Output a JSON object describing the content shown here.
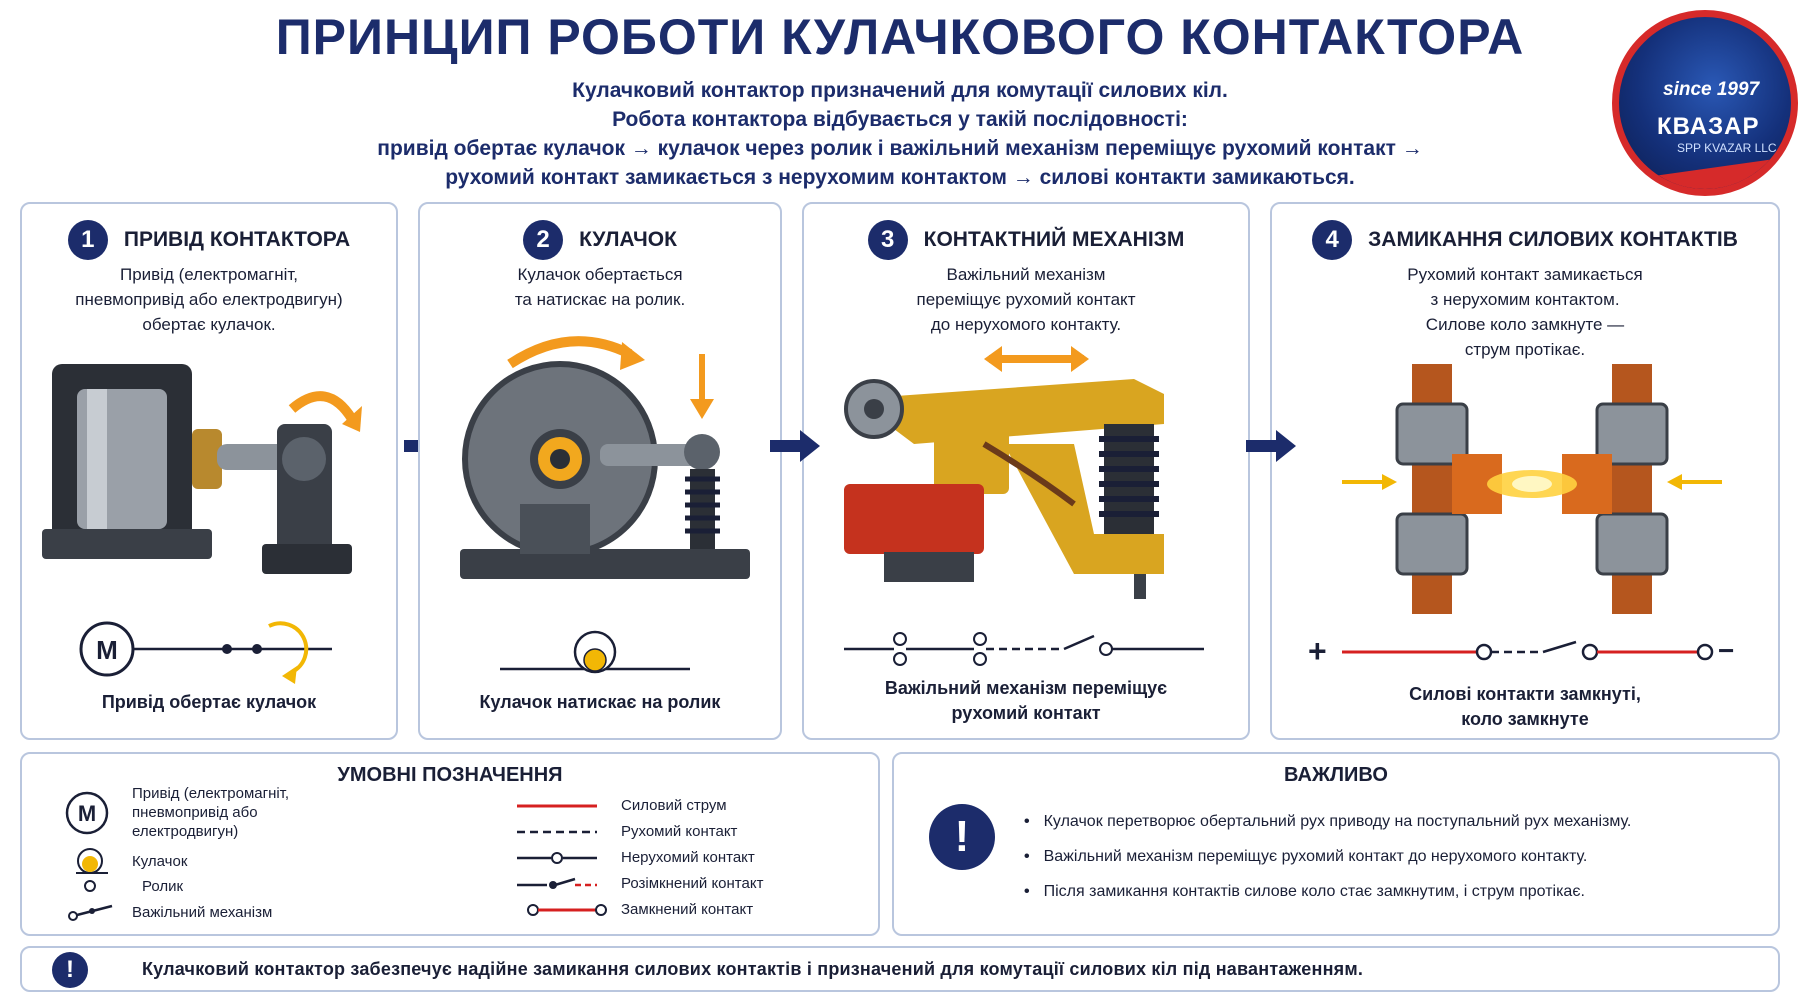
{
  "title": "ПРИНЦИП РОБОТИ КУЛАЧКОВОГО КОНТАКТОРА",
  "intro": [
    "Кулачковий контактор призначений для комутації силових кіл.",
    "Робота контактора відбувається у такій послідовності:",
    "привід обертає кулачок → кулачок через ролик і важільний механізм переміщує рухомий контакт →",
    "рухомий контакт замикається з нерухомим контактом → силові контакти замикаються."
  ],
  "logo": {
    "since": "since 1997",
    "brand": "КВАЗАР",
    "sub": "SPP KVAZAR LLC"
  },
  "steps": [
    {
      "num": "1",
      "title": "ПРИВІД КОНТАКТОРА",
      "desc": [
        "Привід (електромагніт,",
        "пневмопривід або електродвигун)",
        "обертає кулачок."
      ],
      "symbol_label": "M",
      "caption": [
        "Привід обертає кулачок"
      ]
    },
    {
      "num": "2",
      "title": "КУЛАЧОК",
      "desc": [
        "Кулачок обертається",
        "та натискає на ролик."
      ],
      "caption": [
        "Кулачок натискає на ролик"
      ]
    },
    {
      "num": "3",
      "title": "КОНТАКТНИЙ МЕХАНІЗМ",
      "desc": [
        "Важільний механізм",
        "переміщує рухомий контакт",
        "до нерухомого контакту."
      ],
      "caption": [
        "Важільний механізм переміщує",
        "рухомий контакт"
      ]
    },
    {
      "num": "4",
      "title": "ЗАМИКАННЯ СИЛОВИХ КОНТАКТІВ",
      "desc": [
        "Рухомий контакт замикається",
        "з нерухомим контактом.",
        "Силове коло замкнуте —",
        "струм протікає."
      ],
      "plus": "+",
      "minus": "−",
      "caption": [
        "Силові контакти замкнуті,",
        "коло замкнуте"
      ]
    }
  ],
  "legend": {
    "title": "УМОВНІ ПОЗНАЧЕННЯ",
    "motor_symbol": "M",
    "left": [
      [
        "Привід (електромагніт,",
        "пневмопривід або",
        "електродвигун)"
      ],
      [
        "Кулачок"
      ],
      [
        "Ролик"
      ],
      [
        "Важільний механізм"
      ]
    ],
    "right": [
      "Силовий струм",
      "Рухомий контакт",
      "Нерухомий контакт",
      "Розімкнений контакт",
      "Замкнений контакт"
    ]
  },
  "important": {
    "title": "ВАЖЛИВО",
    "mark": "!",
    "bullets": [
      "Кулачок перетворює обертальний рух приводу на поступальний рух механізму.",
      "Важільний механізм переміщує рухомий контакт до нерухомого контакту.",
      "Після замикання контактів силове коло стає замкнутим, і струм протікає."
    ]
  },
  "footer": {
    "mark": "!",
    "text": "Кулачковий контактор забезпечує надійне замикання силових контактів і призначений для комутації силових кіл під навантаженням."
  },
  "colors": {
    "navy": "#1c2c6b",
    "border": "#b9c6de",
    "orange": "#f39a1e",
    "red": "#d62020",
    "yellow": "#f2b705"
  }
}
